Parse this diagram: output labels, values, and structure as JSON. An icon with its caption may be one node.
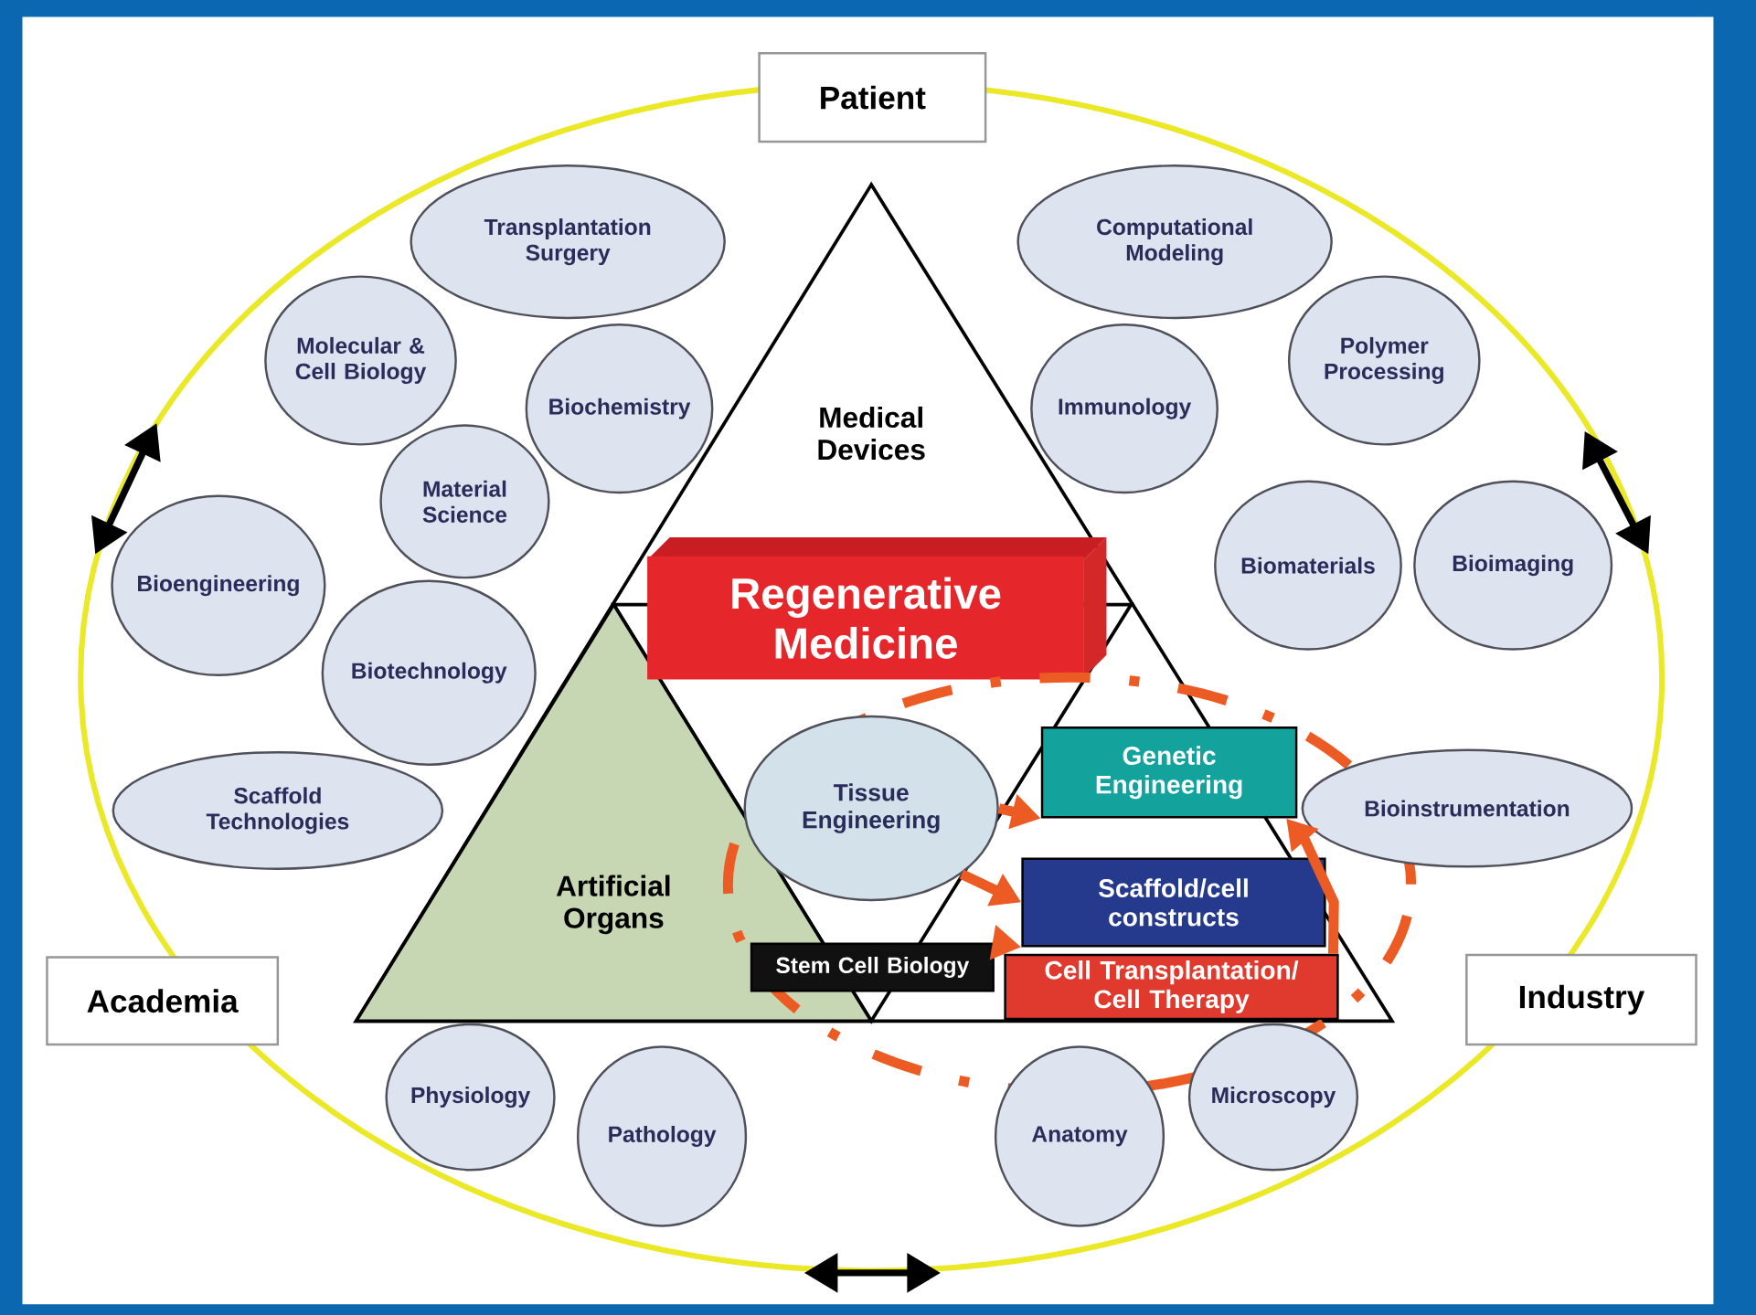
{
  "diagram": {
    "nodes": [
      {
        "text": [
          "Patient"
        ]
      },
      {
        "text": [
          "Academia"
        ]
      },
      {
        "text": [
          "Industry"
        ]
      },
      {
        "text": [
          "Medical Devices"
        ]
      },
      {
        "text": [
          "Regenerative Medicine"
        ],
        "in": 3
      },
      {
        "text": [
          "Artificial Organs"
        ],
        "in": 3
      },
      {
        "text": [
          "Transplantation Surgery"
        ]
      },
      {
        "text": [
          "Molecular & Cell Biology"
        ]
      },
      {
        "text": [
          "Biochemistry"
        ]
      },
      {
        "text": [
          "Material Science"
        ]
      },
      {
        "text": [
          "Bioengineering"
        ]
      },
      {
        "text": [
          "Biotechnology"
        ]
      },
      {
        "text": [
          "Scaffold Technologies"
        ]
      },
      {
        "text": [
          "Computational Modeling"
        ]
      },
      {
        "text": [
          "Polymer Processing"
        ]
      },
      {
        "text": [
          "Immunology"
        ]
      },
      {
        "text": [
          "Biomaterials"
        ]
      },
      {
        "text": [
          "Bioimaging"
        ]
      },
      {
        "text": [
          "Bioinstrumentation"
        ]
      },
      {
        "text": [
          "Tissue Engineering"
        ],
        "in": 3
      },
      {
        "text": [
          "Genetic Engineering"
        ],
        "in": 3
      },
      {
        "text": [
          "Scaffold/cell constructs"
        ],
        "in": 3
      },
      {
        "text": [
          "Stem Cell Biology"
        ],
        "in": 3
      },
      {
        "text": [
          "Cell Transplantation/ Cell Therapy"
        ],
        "in": 3
      },
      {
        "text": [
          "Physiology"
        ]
      },
      {
        "text": [
          "Pathology"
        ]
      },
      {
        "text": [
          "Anatomy"
        ]
      },
      {
        "text": [
          "Microscopy"
        ]
      }
    ],
    "edges": [
      {
        "from": 19,
        "to": 20,
        "arrow": "to"
      },
      {
        "from": 19,
        "to": 21,
        "arrow": "to"
      },
      {
        "from": 22,
        "to": 21,
        "arrow": "to"
      },
      {
        "from": 23,
        "to": 20,
        "arrow": "to"
      }
    ]
  }
}
